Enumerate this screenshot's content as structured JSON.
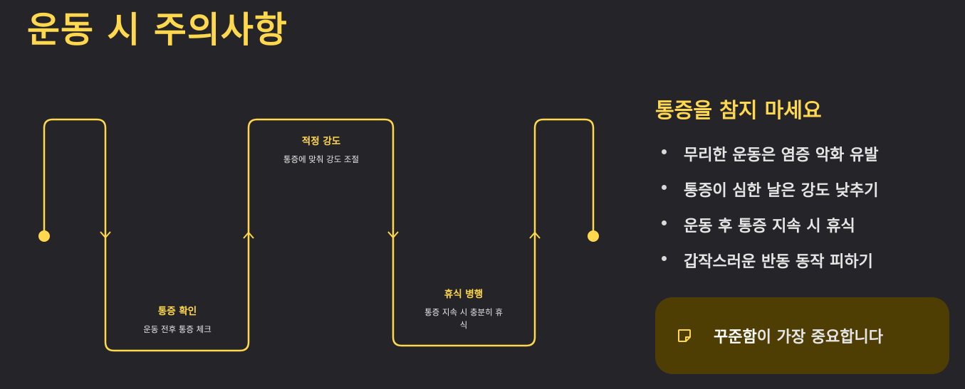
{
  "page": {
    "title": "운동 시 주의사항"
  },
  "colors": {
    "background": "#252428",
    "accent": "#ffd84d",
    "callout_background": "#4e3e04",
    "text": "#e6e6e6"
  },
  "flow": {
    "steps": [
      {
        "title": "통증 확인",
        "description": "운동 전후 통증 체크"
      },
      {
        "title": "적정 강도",
        "description": "통증에 맞춰 강도 조절"
      },
      {
        "title": "휴식 병행",
        "description_line1": "통증 지속 시 충분히 휴",
        "description_line2": "식"
      }
    ]
  },
  "side": {
    "title": "통증을 참지 마세요",
    "items": [
      "무리한 운동은 염증 악화 유발",
      "통증이 심한 날은 강도 낮추기",
      "운동 후 통증 지속 시 휴식",
      "갑작스러운 반동 동작 피하기"
    ]
  },
  "callout": {
    "icon": "sticky-note-icon",
    "strong": "꾸준함",
    "rest": "이 가장 중요합니다"
  }
}
